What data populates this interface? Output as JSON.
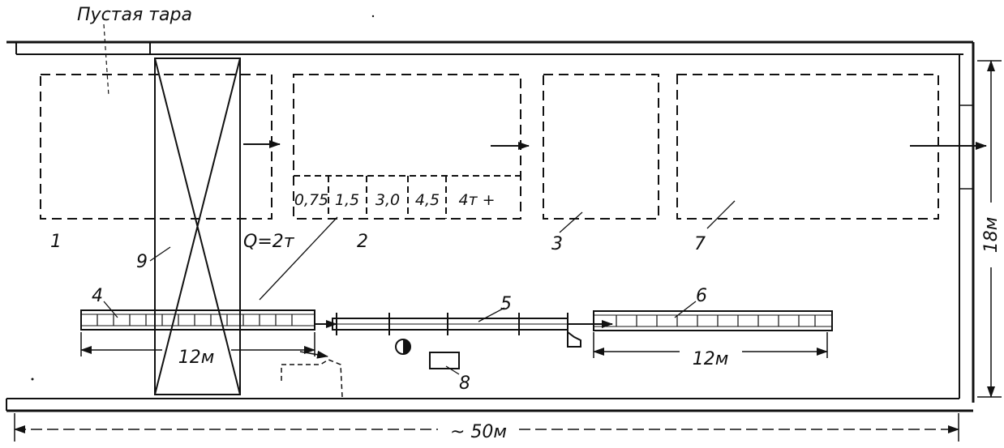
{
  "diagram": {
    "labels": {
      "empty_tare": "Пустая тара",
      "zone1": "1",
      "zone2": "2",
      "zone3": "3",
      "zone7": "7",
      "crane": "9",
      "crane_capacity": "Q=2т",
      "conveyor_in": "4",
      "conveyor_mid": "5",
      "conveyor_out": "6",
      "scale": "8"
    },
    "weight_cells": [
      "0,75",
      "1,5",
      "3,0",
      "4,5",
      "4т +"
    ],
    "dimensions": {
      "width": "18м",
      "length": "~ 50м",
      "conveyor_left_len": "12м",
      "conveyor_right_len": "12м"
    },
    "colors": {
      "ink": "#111111",
      "paper": "#ffffff"
    }
  }
}
